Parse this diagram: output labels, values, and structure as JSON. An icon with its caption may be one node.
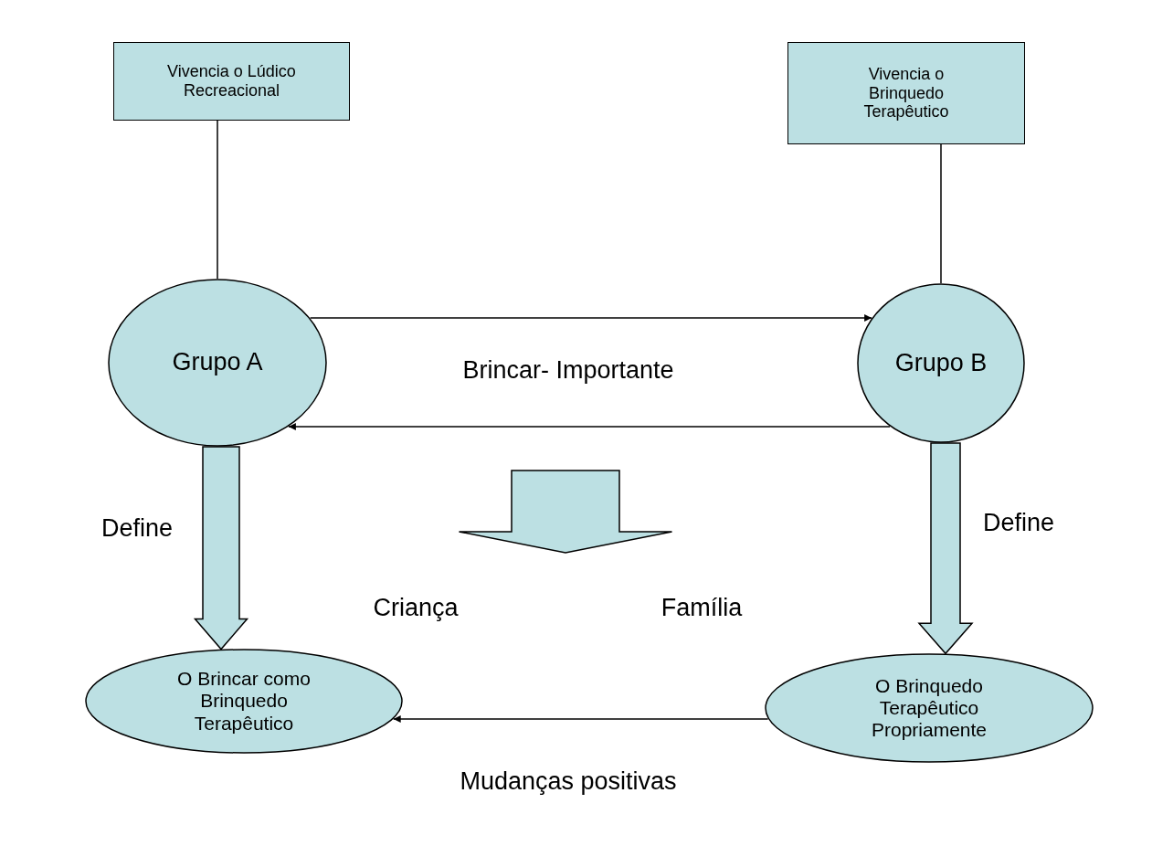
{
  "diagram": {
    "nodes": [
      {
        "text": [
          "Vivencia o Lúdico Recreacional"
        ]
      },
      {
        "text": [
          "Vivencia o Brinquedo Terapêutico"
        ]
      },
      {
        "text": [
          "Grupo A"
        ]
      },
      {
        "text": [
          "Grupo B"
        ]
      },
      {
        "text": [
          "O Brincar como Brinquedo Terapêutico"
        ]
      },
      {
        "text": [
          "O Brinquedo Terapêutico Propriamente"
        ]
      }
    ],
    "edges": [
      {
        "from": 0,
        "to": 2,
        "arrow": "none"
      },
      {
        "from": 1,
        "to": 3,
        "arrow": "none"
      },
      {
        "from": 2,
        "to": 3,
        "arrow": "to",
        "label": "Brincar- Importante"
      },
      {
        "from": 3,
        "to": 2,
        "arrow": "to"
      },
      {
        "from": 2,
        "to": 4,
        "arrow": "to",
        "style": "thick",
        "label": "Define"
      },
      {
        "from": 3,
        "to": 5,
        "arrow": "to",
        "style": "thick",
        "label": "Define"
      },
      {
        "from": 5,
        "to": 4,
        "arrow": "to",
        "label": "Mudanças positivas"
      }
    ],
    "labels": [
      "Criança",
      "Família"
    ]
  }
}
